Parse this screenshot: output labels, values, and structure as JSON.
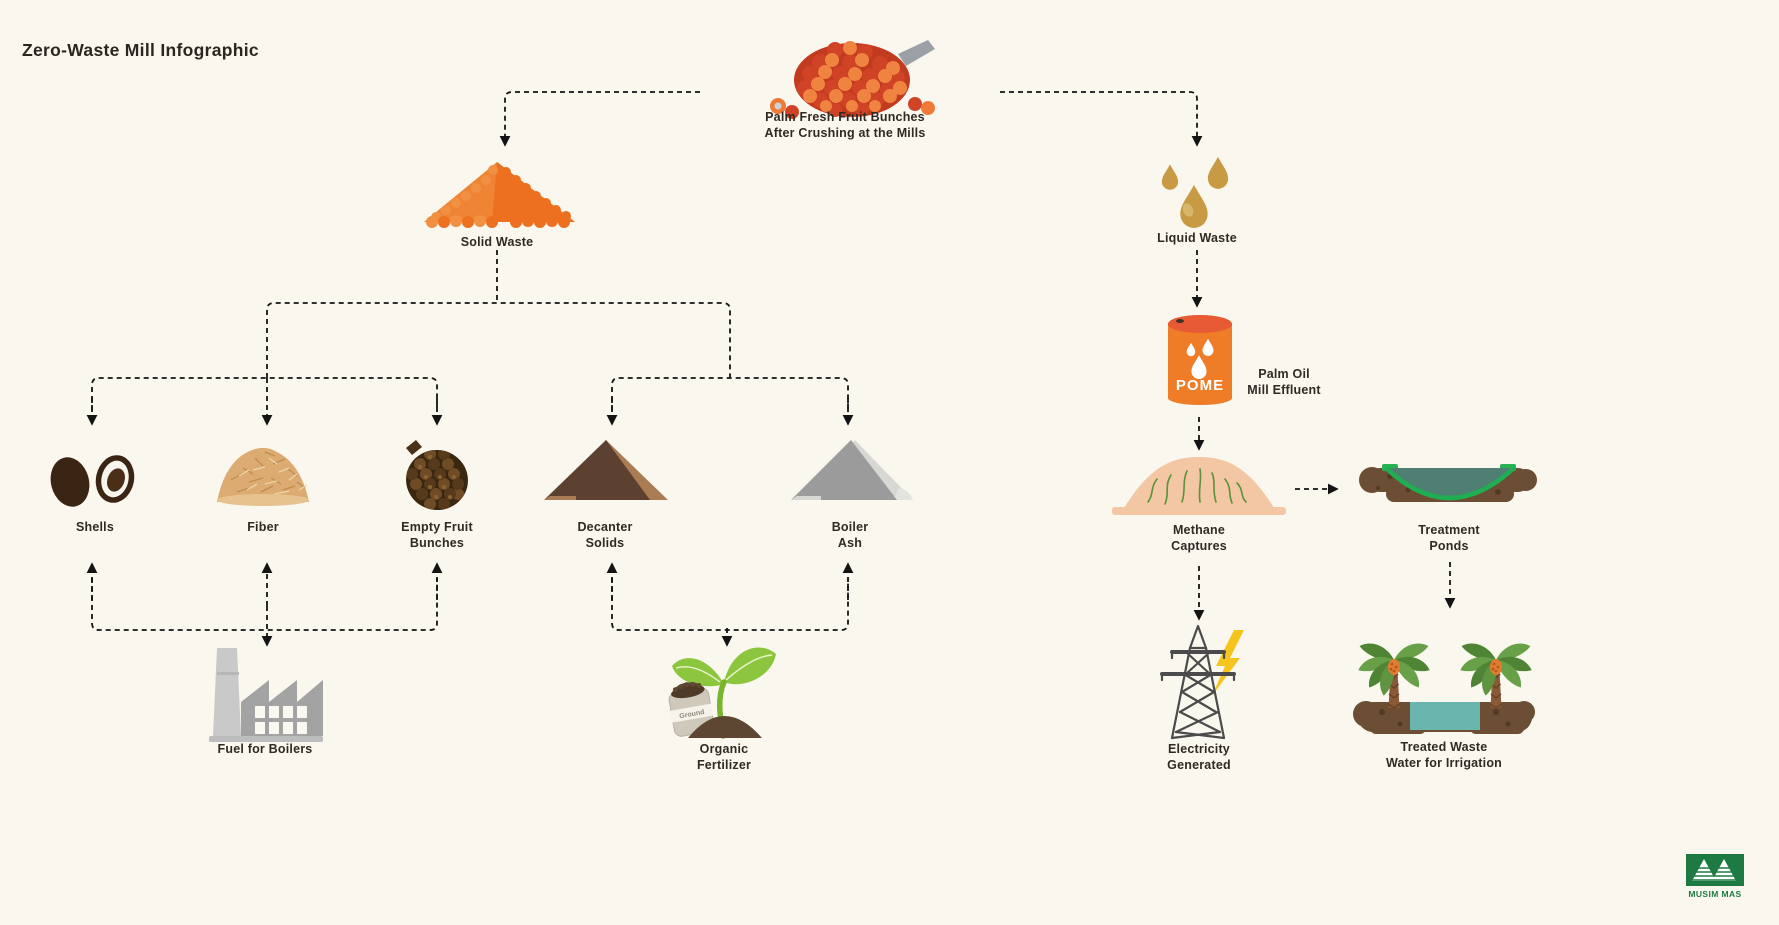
{
  "title": "Zero-Waste Mill Infographic",
  "nodes": {
    "palm_ffb": {
      "line1": "Palm Fresh Fruit Bunches",
      "line2": "After Crushing at the Mills"
    },
    "solid_waste": {
      "label": "Solid Waste"
    },
    "liquid_waste": {
      "label": "Liquid Waste"
    },
    "shells": {
      "label": "Shells"
    },
    "fiber": {
      "label": "Fiber"
    },
    "empty_fruit_bunches": {
      "line1": "Empty Fruit",
      "line2": "Bunches"
    },
    "decanter_solids": {
      "line1": "Decanter",
      "line2": "Solids"
    },
    "boiler_ash": {
      "line1": "Boiler",
      "line2": "Ash"
    },
    "fuel_for_boilers": {
      "label": "Fuel for Boilers"
    },
    "organic_fertilizer": {
      "line1": "Organic",
      "line2": "Fertilizer",
      "sack_text": "Ground"
    },
    "pome": {
      "barrel_text": "POME",
      "line1": "Palm Oil",
      "line2": "Mill Effluent"
    },
    "methane_captures": {
      "line1": "Methane",
      "line2": "Captures"
    },
    "treatment_ponds": {
      "line1": "Treatment",
      "line2": "Ponds"
    },
    "electricity_generated": {
      "line1": "Electricity",
      "line2": "Generated"
    },
    "treated_waste_water": {
      "line1": "Treated Waste",
      "line2": "Water for Irrigation"
    }
  },
  "logo": {
    "text": "MUSIM MAS"
  },
  "colors": {
    "background": "#faf7ef",
    "text": "#2e2a24",
    "line": "#141414",
    "solid_waste_orange": "#ee7a28",
    "drop_gold": "#c79a43",
    "pome_orange": "#ef7d27",
    "methane_peach": "#f3c7a3",
    "pond_rim_green": "#1faf52",
    "pond_water": "#4e7f72",
    "soil_brown": "#6b4e33",
    "leaf_green": "#8cc63e",
    "lightning_yellow": "#f6c51d",
    "logo_green": "#1d7a42"
  }
}
